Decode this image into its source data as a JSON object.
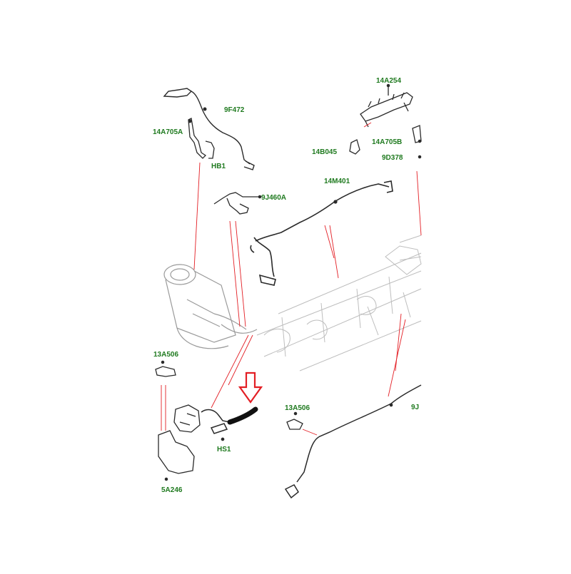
{
  "colors": {
    "label": "#1f7a1f",
    "leader": "#e31e24",
    "arrow": "#e31e24",
    "line": "#2a2a2a",
    "shade": "#cfcfcf"
  },
  "labels": {
    "l_9f472": "9F472",
    "l_14a705a": "14A705A",
    "l_hb1": "HB1",
    "l_9j460a": "9J460A",
    "l_14a254": "14A254",
    "l_14b045": "14B045",
    "l_14a705b": "14A705B",
    "l_9d378": "9D378",
    "l_14m401": "14M401",
    "l_13a506_left": "13A506",
    "l_13a506_right": "13A506",
    "l_hs1": "HS1",
    "l_5a246": "5A246",
    "l_9j_partial": "9J"
  },
  "callout": {
    "icon": "down-arrow-icon"
  }
}
